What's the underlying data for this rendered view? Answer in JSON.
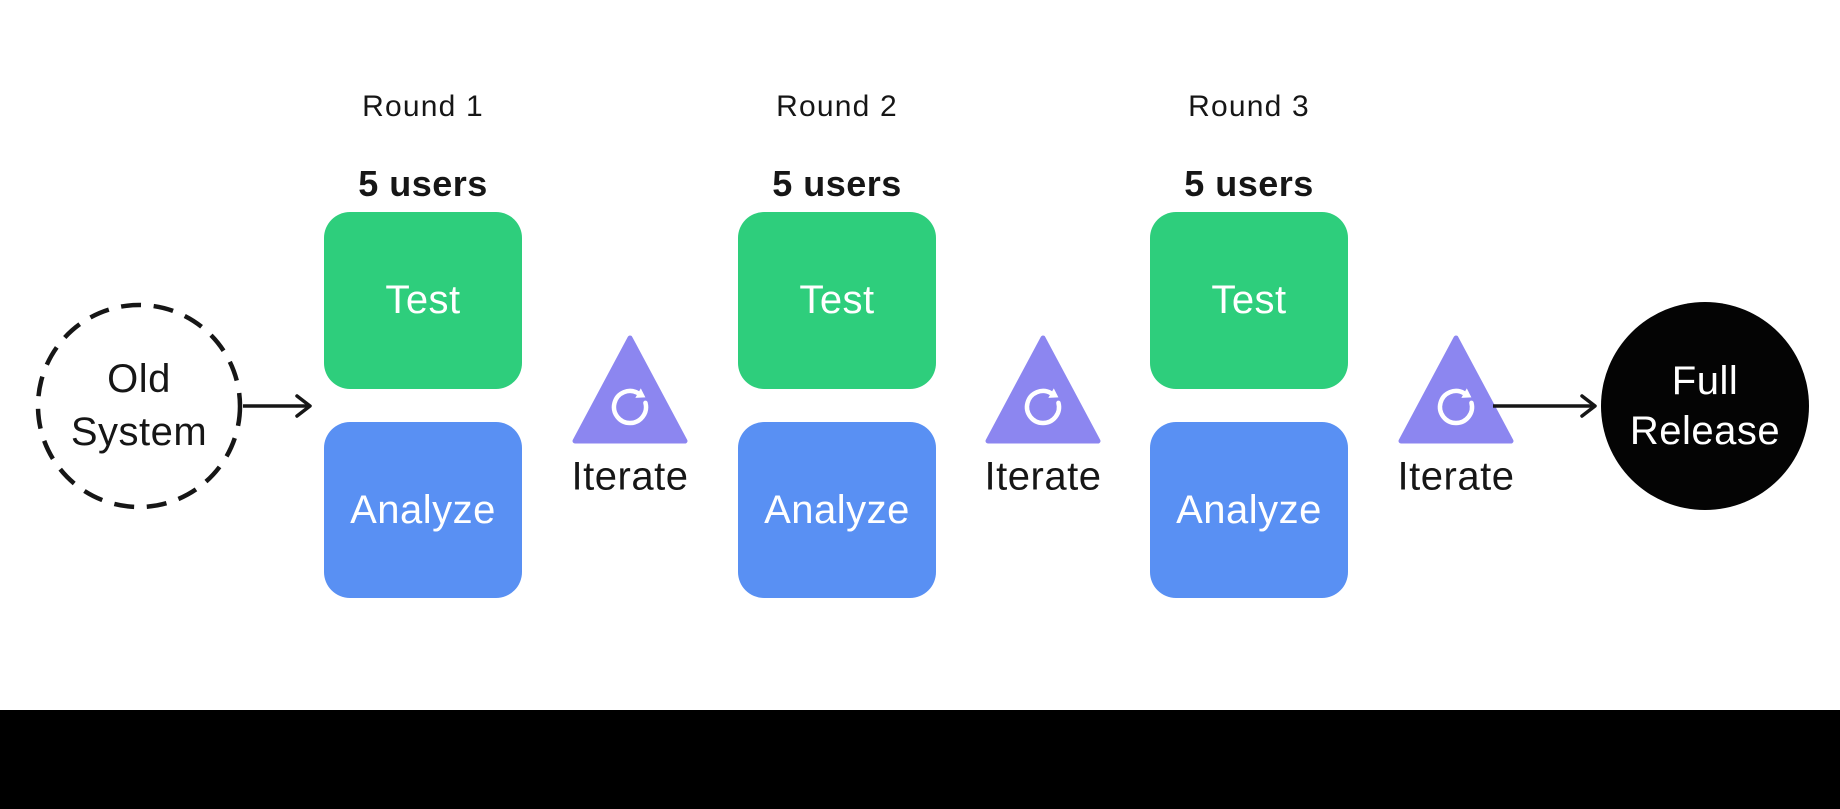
{
  "start_node": {
    "line1": "Old",
    "line2": "System"
  },
  "end_node": {
    "line1": "Full",
    "line2": "Release"
  },
  "rounds": [
    {
      "round_label": "Round 1",
      "users_label": "5 users",
      "test_label": "Test",
      "analyze_label": "Analyze"
    },
    {
      "round_label": "Round 2",
      "users_label": "5 users",
      "test_label": "Test",
      "analyze_label": "Analyze"
    },
    {
      "round_label": "Round 3",
      "users_label": "5 users",
      "test_label": "Test",
      "analyze_label": "Analyze"
    }
  ],
  "iterators": [
    {
      "label": "Iterate"
    },
    {
      "label": "Iterate"
    },
    {
      "label": "Iterate"
    }
  ],
  "colors": {
    "canvas": "#FFFFFF",
    "test_box": "#2ECE7C",
    "analyze_box": "#5990F3",
    "iterate_triangle": "#8C86F0",
    "end_node_fill": "#040404",
    "stroke": "#161616",
    "text_on_color": "#FFFFFF",
    "bottom_bar": "#000000"
  }
}
